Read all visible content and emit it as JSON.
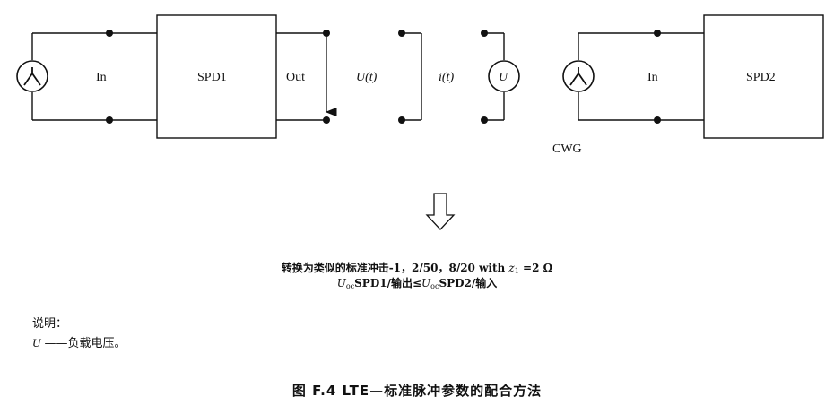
{
  "diagram": {
    "labels": {
      "in_left": "In",
      "spd1": "SPD1",
      "out": "Out",
      "u_t": "U(t)",
      "i_t": "i(t)",
      "u_source": "U",
      "in_right": "In",
      "spd2": "SPD2",
      "cwg": "CWG"
    }
  },
  "conversion": {
    "line1_main": "转换为类似的标准冲击-1，2/50，8/20 with ",
    "line1_z": "z",
    "line1_zsub": "1",
    "line1_tail": " =2  Ω",
    "line2_u1": "U",
    "line2_sub1": "oc",
    "line2_mid": "SPD1/输出≤",
    "line2_u2": "U",
    "line2_sub2": "oc",
    "line2_tail": "SPD2/输入"
  },
  "legend": {
    "title": "说明：",
    "item_symbol": "U",
    "item_text": " ——负载电压。"
  },
  "caption": "图 F.4   LTE—标准脉冲参数的配合方法"
}
